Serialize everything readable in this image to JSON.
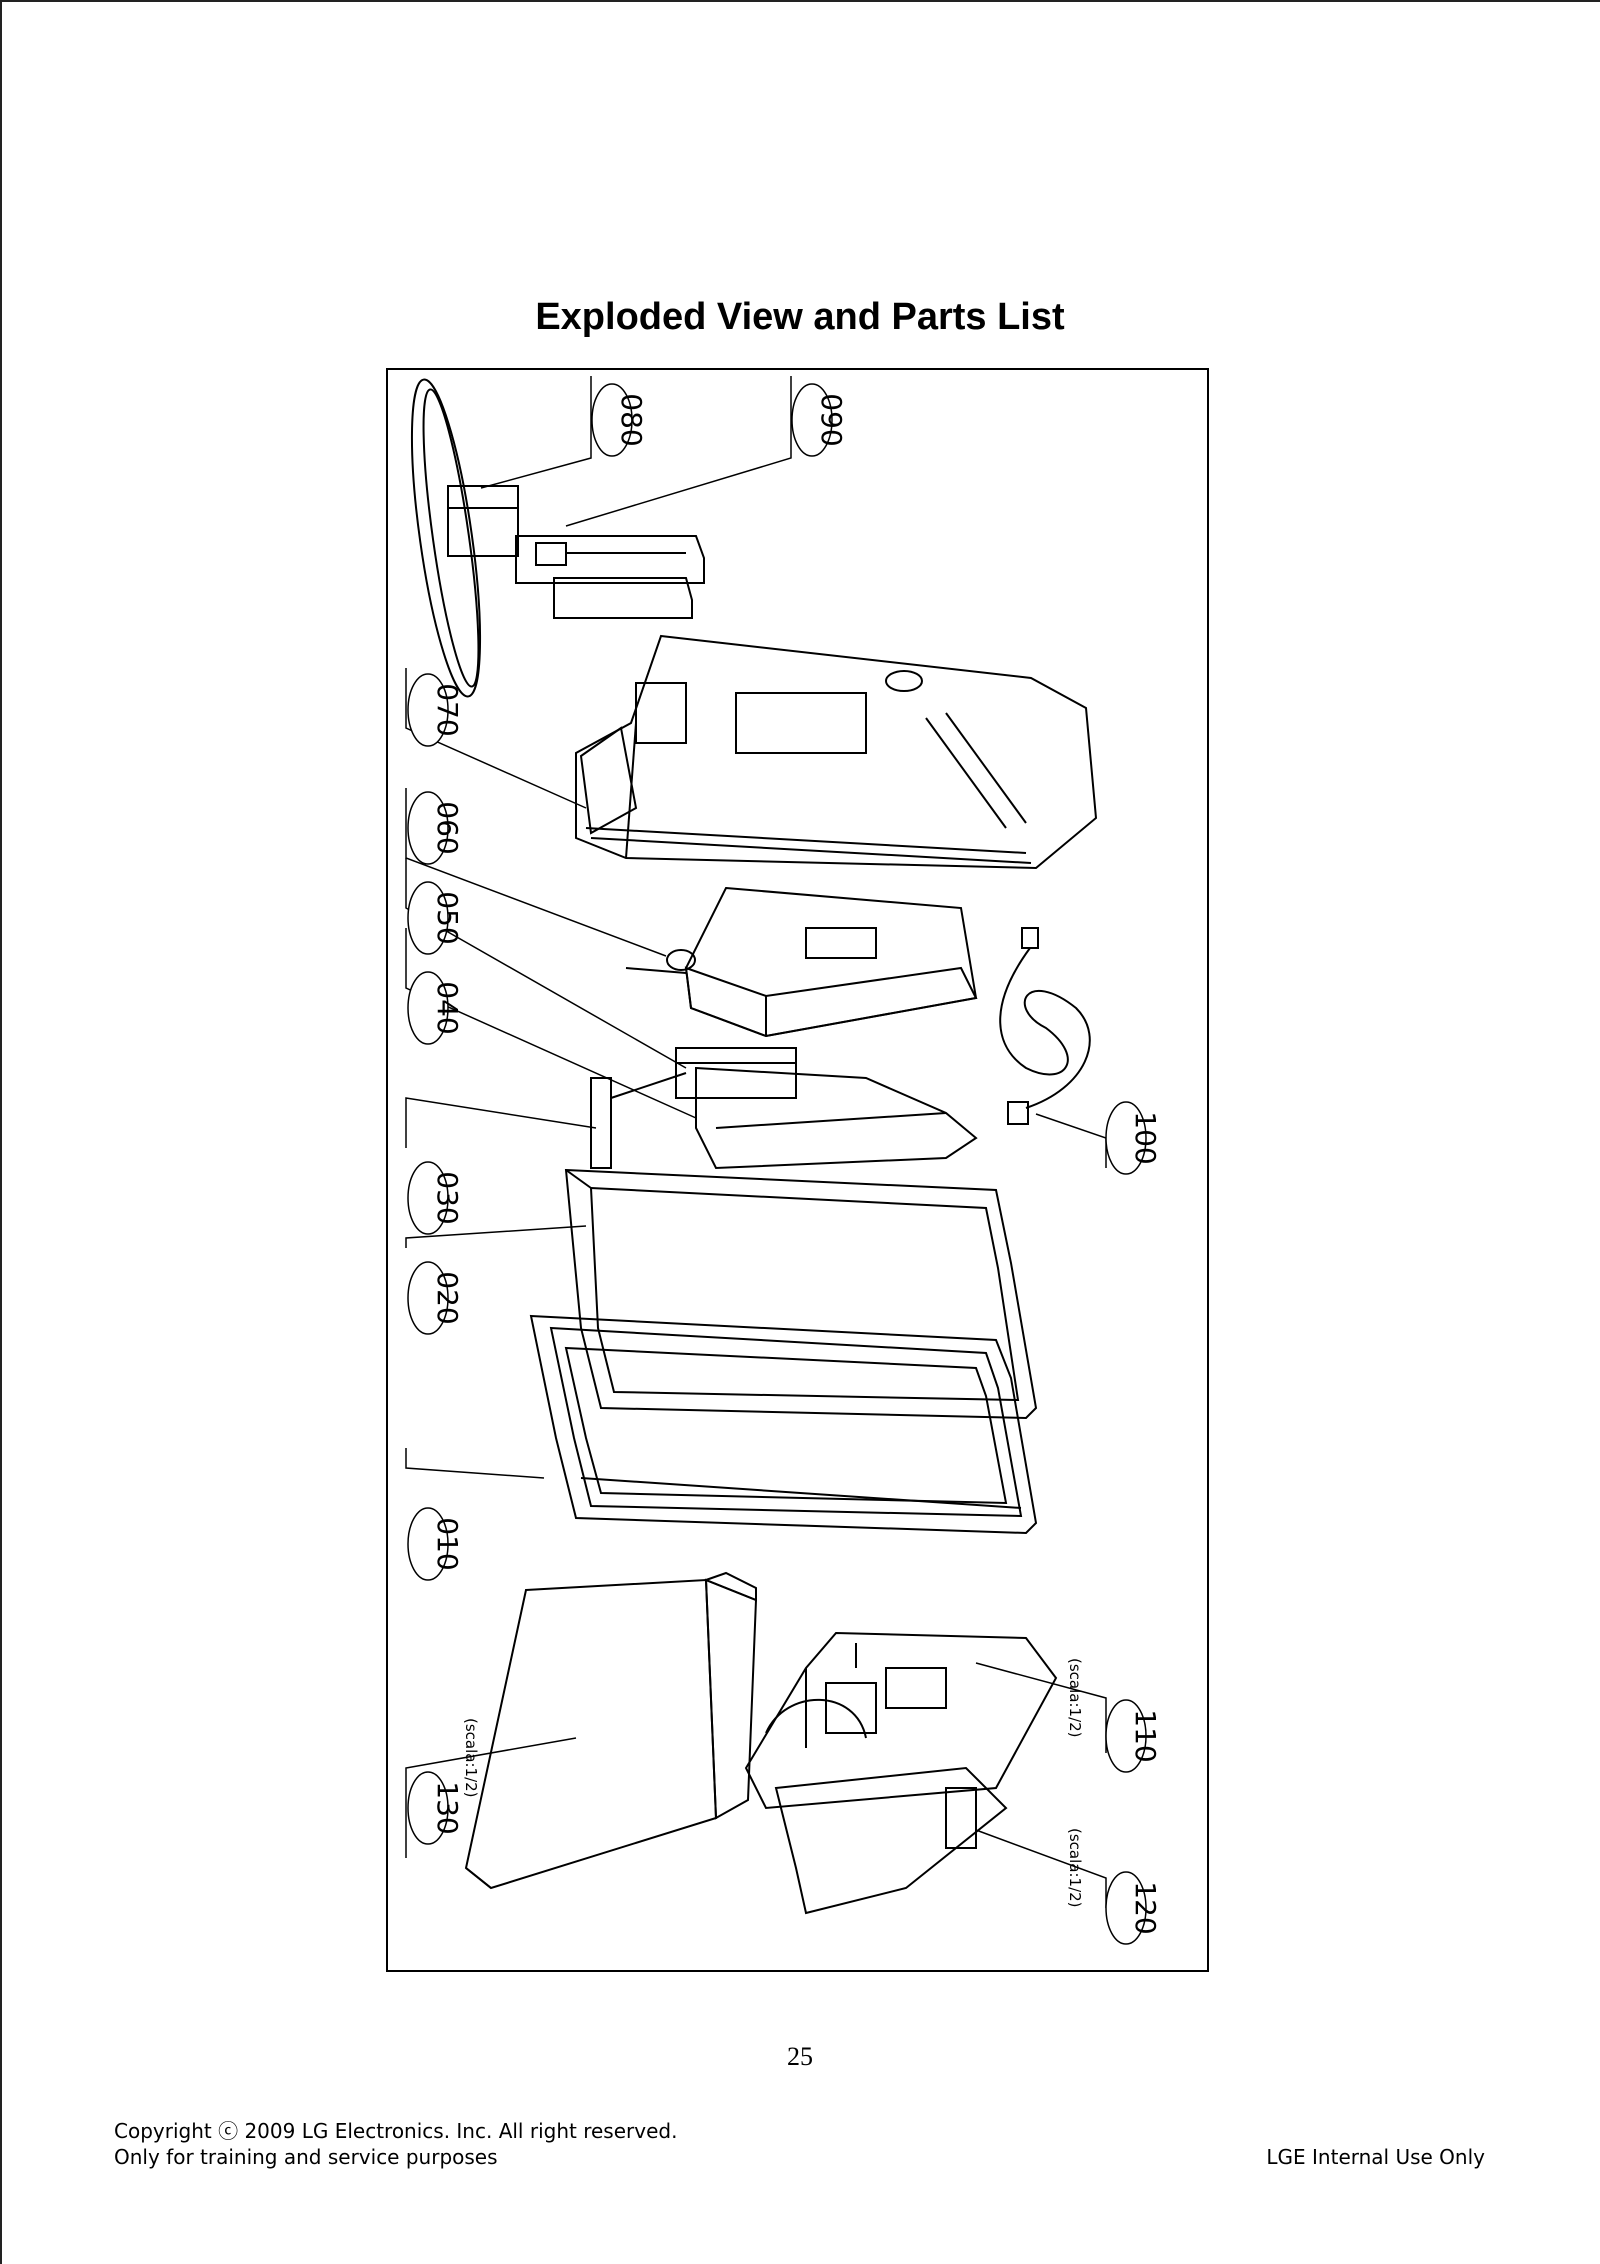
{
  "document": {
    "title": "Exploded View and Parts List",
    "page_number": "25",
    "footer": {
      "copyright": "Copyright ⓒ 2009 LG Electronics. Inc. All right reserved.",
      "purpose": "Only for training and service purposes",
      "internal": "LGE Internal Use Only"
    }
  },
  "callouts": {
    "c010": "010",
    "c020": "020",
    "c030": "030",
    "c040": "040",
    "c050": "050",
    "c060": "060",
    "c070": "070",
    "c080": "080",
    "c090": "090",
    "c100": "100",
    "c110": "110",
    "c120": "120",
    "c130": "130"
  },
  "scale_notes": {
    "s110": "(scala:1/2)",
    "s120": "(scala:1/2)",
    "s130": "(scala:1/2)"
  }
}
